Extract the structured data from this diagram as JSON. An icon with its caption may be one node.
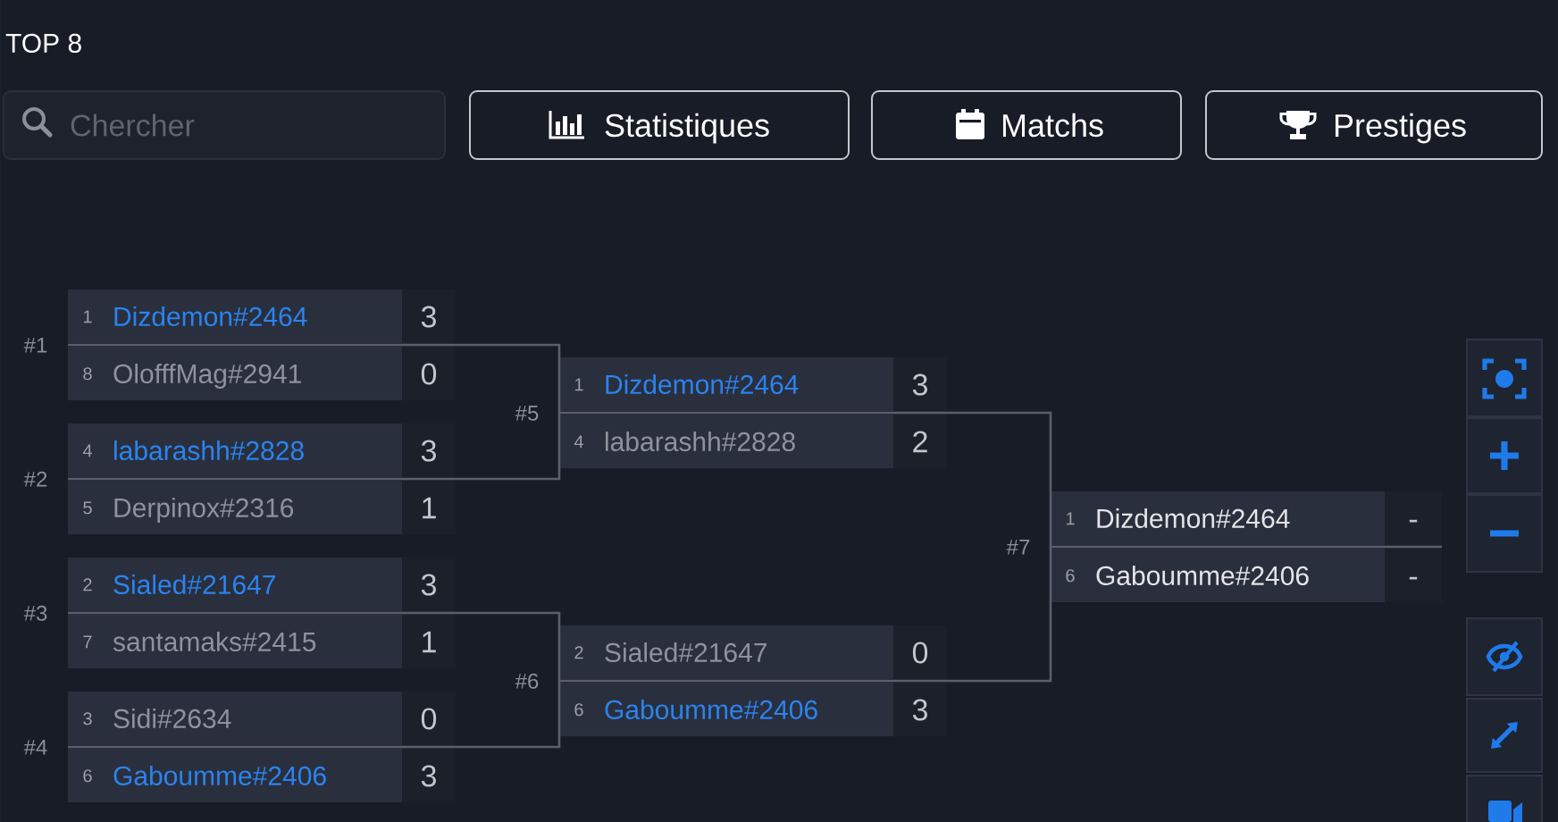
{
  "diagram": {
    "title": "TOP 8",
    "nodes": [
      {
        "text": [
          "Chercher"
        ]
      },
      {
        "text": [
          "Statistiques"
        ]
      },
      {
        "text": [
          "Matchs"
        ]
      },
      {
        "text": [
          "Prestiges"
        ]
      },
      {
        "text": [
          "1",
          "Dizdemon#2464",
          "3",
          "8",
          "OlofffMag#2941",
          "0"
        ],
        "beside": [
          "#1"
        ]
      },
      {
        "text": [
          "4",
          "labarashh#2828",
          "3",
          "5",
          "Derpinox#2316",
          "1"
        ],
        "beside": [
          "#2"
        ]
      },
      {
        "text": [
          "2",
          "Sialed#21647",
          "3",
          "7",
          "santamaks#2415",
          "1"
        ],
        "beside": [
          "#3"
        ]
      },
      {
        "text": [
          "3",
          "Sidi#2634",
          "0",
          "6",
          "Gaboumme#2406",
          "3"
        ],
        "beside": [
          "#4"
        ]
      },
      {
        "text": [
          "1",
          "Dizdemon#2464",
          "3",
          "4",
          "labarashh#2828",
          "2"
        ],
        "beside": [
          "#5"
        ]
      },
      {
        "text": [
          "2",
          "Sialed#21647",
          "0",
          "6",
          "Gaboumme#2406",
          "3"
        ],
        "beside": [
          "#6"
        ]
      },
      {
        "text": [
          "1",
          "Dizdemon#2464",
          "-",
          "6",
          "Gaboumme#2406",
          "-"
        ],
        "beside": [
          "#7"
        ]
      }
    ],
    "edges": [
      {
        "from": 4,
        "to": 8,
        "arrow": "none"
      },
      {
        "from": 5,
        "to": 8,
        "arrow": "none"
      },
      {
        "from": 6,
        "to": 9,
        "arrow": "none"
      },
      {
        "from": 7,
        "to": 9,
        "arrow": "none"
      },
      {
        "from": 8,
        "to": 10,
        "arrow": "none"
      },
      {
        "from": 9,
        "to": 10,
        "arrow": "none"
      }
    ]
  }
}
